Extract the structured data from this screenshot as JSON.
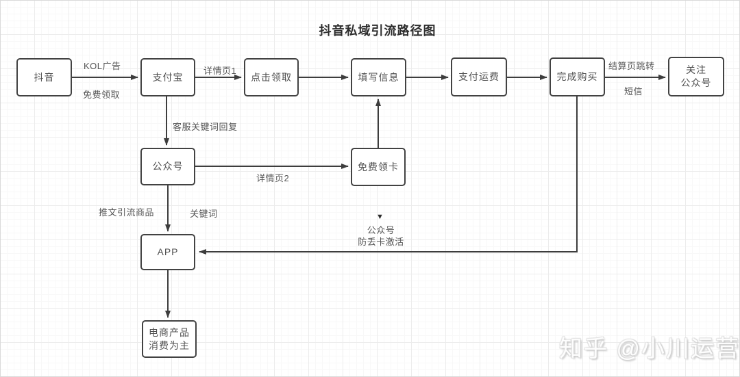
{
  "title": "抖音私域引流路径图",
  "watermark": "知乎 @小川运营",
  "colors": {
    "node_border": "#424242",
    "node_fill": "#ffffff",
    "line": "#3d3d3d",
    "text": "#4f4f4f",
    "label_text": "#565656",
    "grid_major": "#ececec",
    "grid_minor": "#f8f8f8"
  },
  "nodes": [
    {
      "id": "douyin",
      "label": "抖音"
    },
    {
      "id": "alipay",
      "label": "支付宝"
    },
    {
      "id": "click-claim",
      "label": "点击领取"
    },
    {
      "id": "fill-info",
      "label": "填写信息"
    },
    {
      "id": "pay-shipping",
      "label": "支付运费"
    },
    {
      "id": "complete-purchase",
      "label": "完成购买"
    },
    {
      "id": "follow-official",
      "label": "关注\n公众号"
    },
    {
      "id": "official-account",
      "label": "公众号"
    },
    {
      "id": "free-card",
      "label": "免费领卡"
    },
    {
      "id": "app",
      "label": "APP"
    },
    {
      "id": "ecommerce",
      "label": "电商产品\n消费为主"
    }
  ],
  "edges": [
    {
      "from": "抖音",
      "to": "支付宝",
      "label_top": "KOL广告",
      "label_bottom": "免费领取"
    },
    {
      "from": "支付宝",
      "to": "点击领取",
      "label_top": "详情页1"
    },
    {
      "from": "点击领取",
      "to": "填写信息"
    },
    {
      "from": "填写信息",
      "to": "支付运费"
    },
    {
      "from": "支付运费",
      "to": "完成购买"
    },
    {
      "from": "完成购买",
      "to": "关注公众号",
      "label_top": "结算页跳转",
      "label_bottom": "短信"
    },
    {
      "from": "支付宝",
      "to": "公众号",
      "label_right": "客服关键词回复"
    },
    {
      "from": "公众号",
      "to": "免费领卡",
      "label_bottom": "详情页2"
    },
    {
      "from": "免费领卡",
      "to": "填写信息"
    },
    {
      "from": "公众号",
      "to": "APP",
      "label_left": "推文引流商品",
      "label_right": "关键词"
    },
    {
      "from": "完成购买",
      "to": "APP",
      "marker_icon": "▼",
      "label": "公众号\n防丢卡激活"
    },
    {
      "from": "APP",
      "to": "电商产品消费为主"
    }
  ]
}
